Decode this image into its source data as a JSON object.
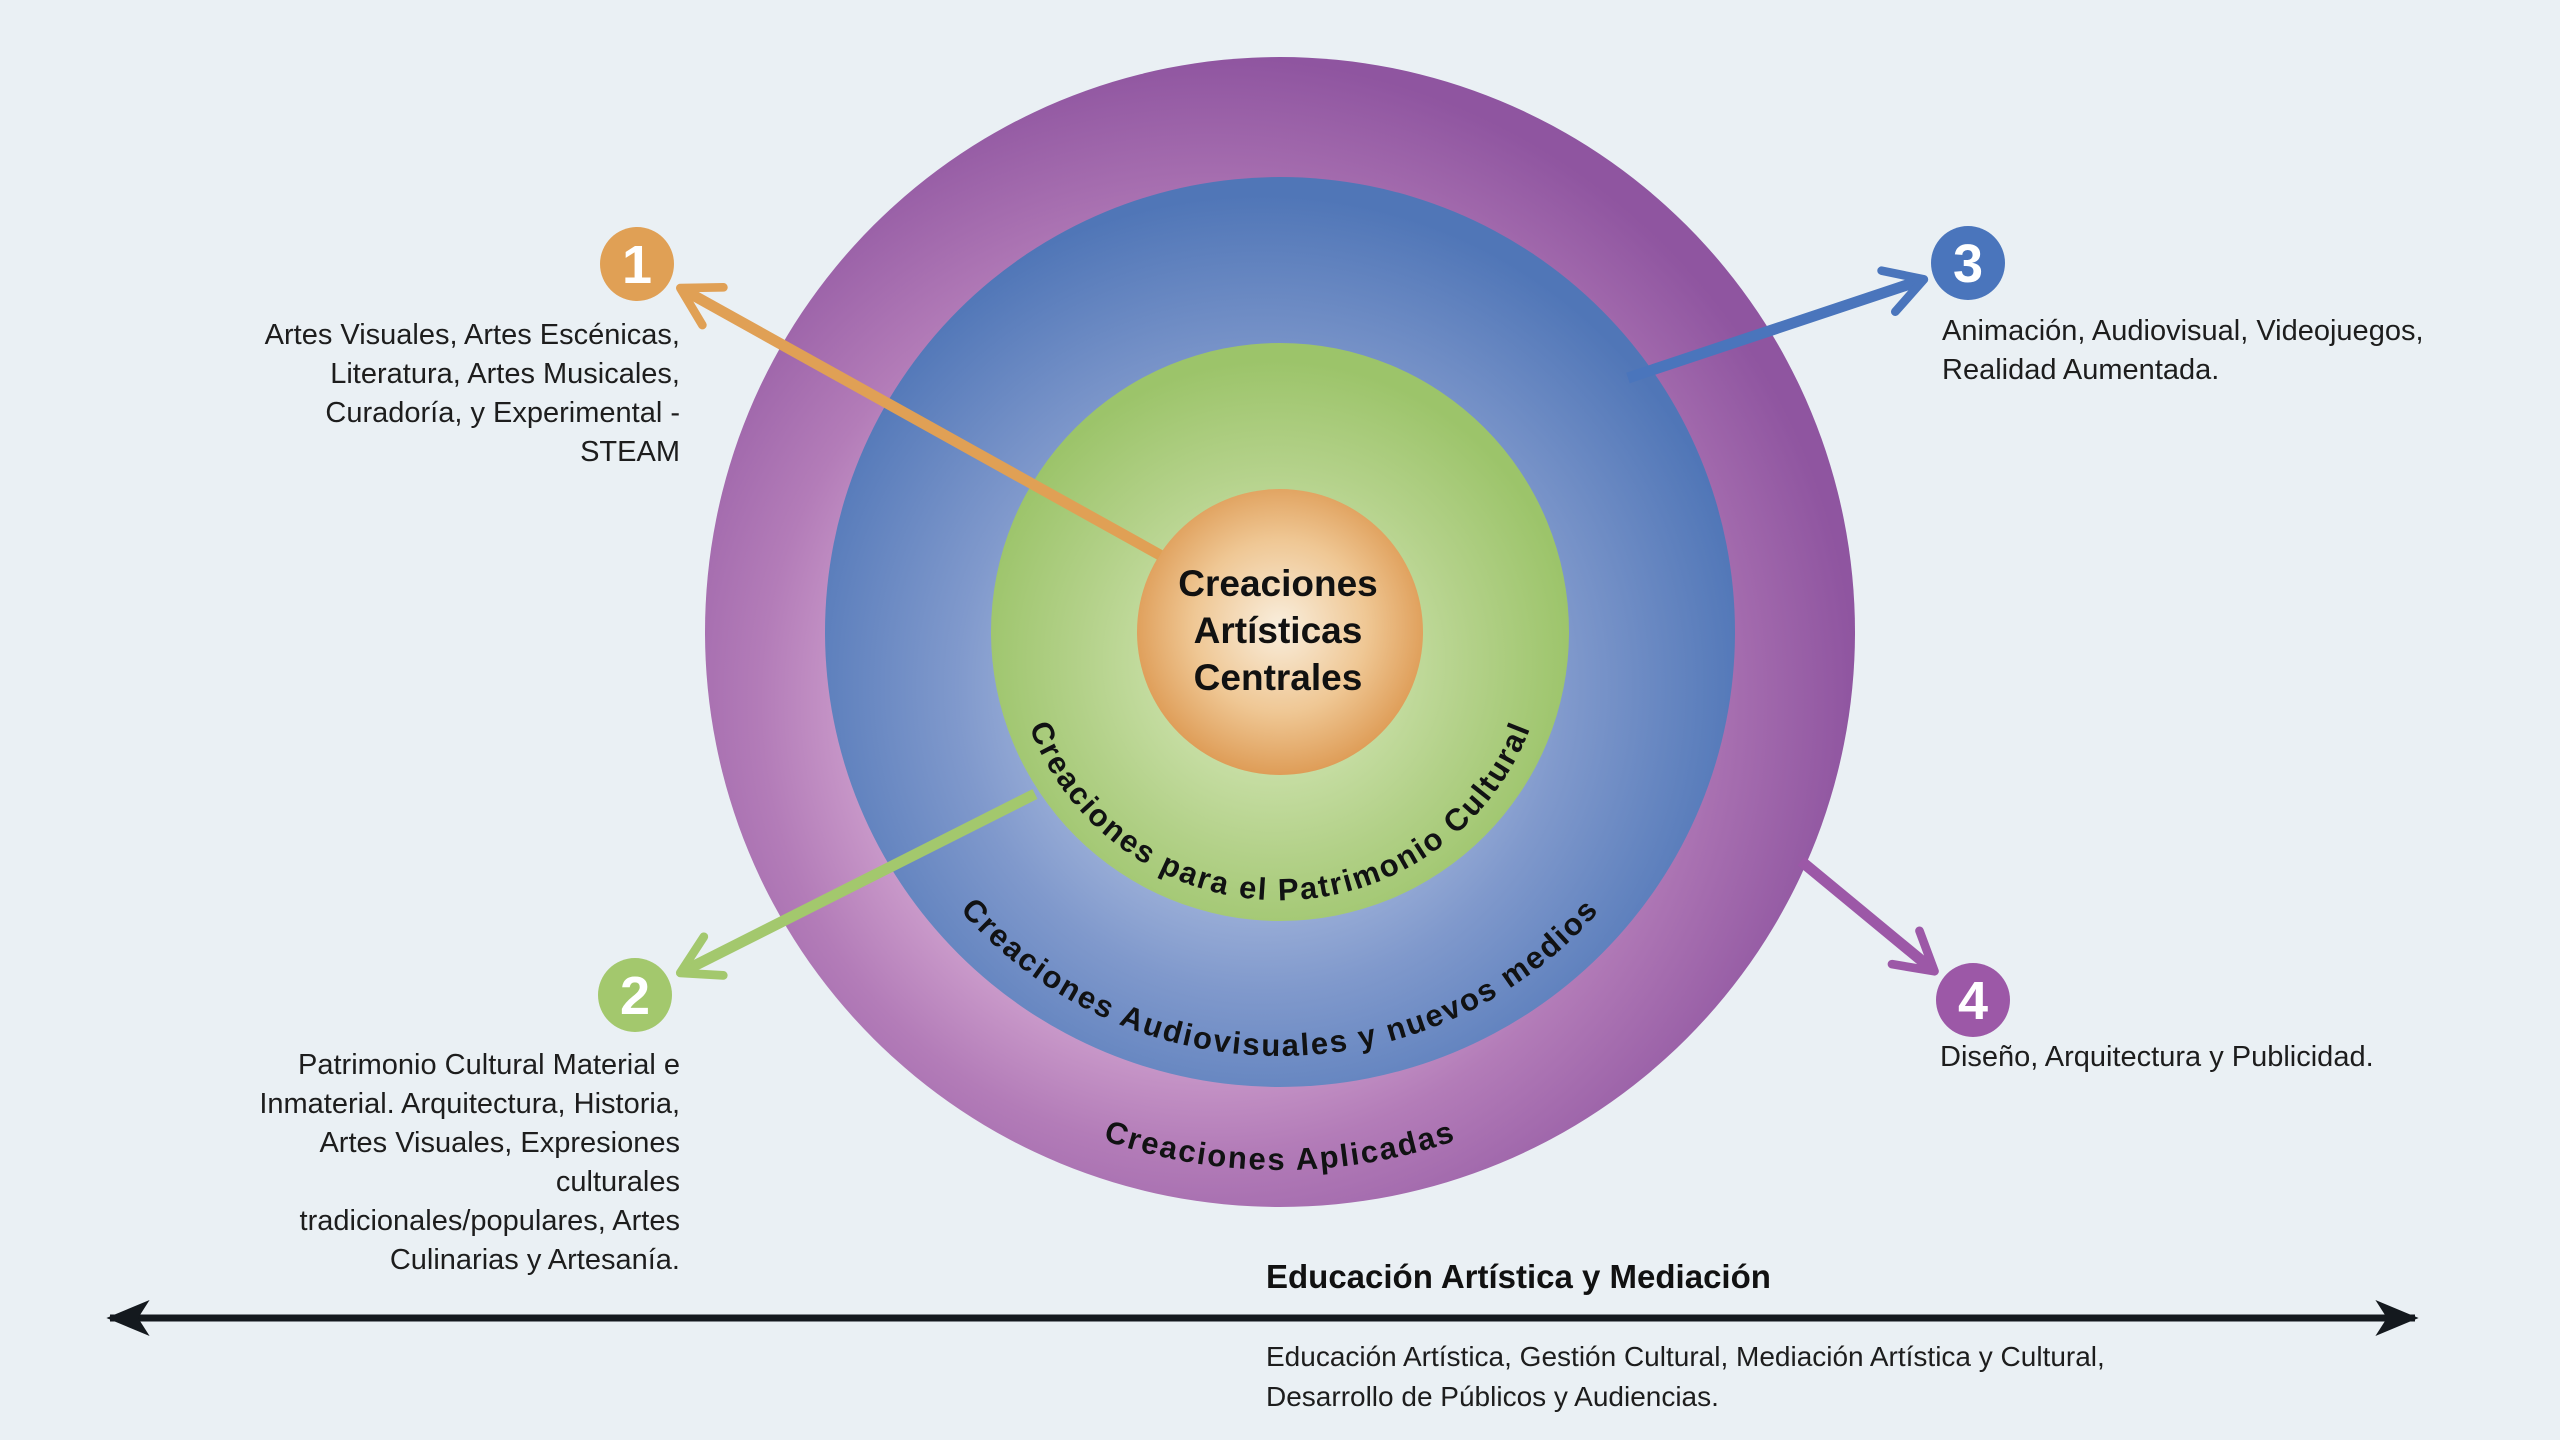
{
  "background_color": "#eaf0f4",
  "center_circle": {
    "label": "Creaciones\nArtísticas\nCentrales",
    "color": "#dc974f"
  },
  "rings": [
    {
      "label": "Creaciones para el Patrimonio Cultural",
      "color": "#9cc46a"
    },
    {
      "label": "Creaciones Audiovisuales y nuevos medios",
      "color": "#5379ba"
    },
    {
      "label": "Creaciones Aplicadas",
      "color": "#8f55a0"
    }
  ],
  "callouts": [
    {
      "number": "1",
      "color": "#e0a055",
      "text": "Artes Visuales, Artes Escénicas,\nLiteratura, Artes Musicales,\nCuradoría, y Experimental -\nSTEAM"
    },
    {
      "number": "2",
      "color": "#a3c86d",
      "text": "Patrimonio Cultural Material e\nInmaterial. Arquitectura, Historia,\nArtes Visuales, Expresiones\nculturales\ntradicionales/populares, Artes\nCulinarias y Artesanía."
    },
    {
      "number": "3",
      "color": "#4a75bc",
      "text": "Animación, Audiovisual, Videojuegos,\nRealidad Aumentada."
    },
    {
      "number": "4",
      "color": "#9c58a7",
      "text": "Diseño, Arquitectura y Publicidad."
    }
  ],
  "axis": {
    "title": "Educación Artística y Mediación",
    "subtitle": "Educación Artística, Gestión Cultural, Mediación Artística y Cultural,\nDesarrollo de Públicos y Audiencias."
  }
}
